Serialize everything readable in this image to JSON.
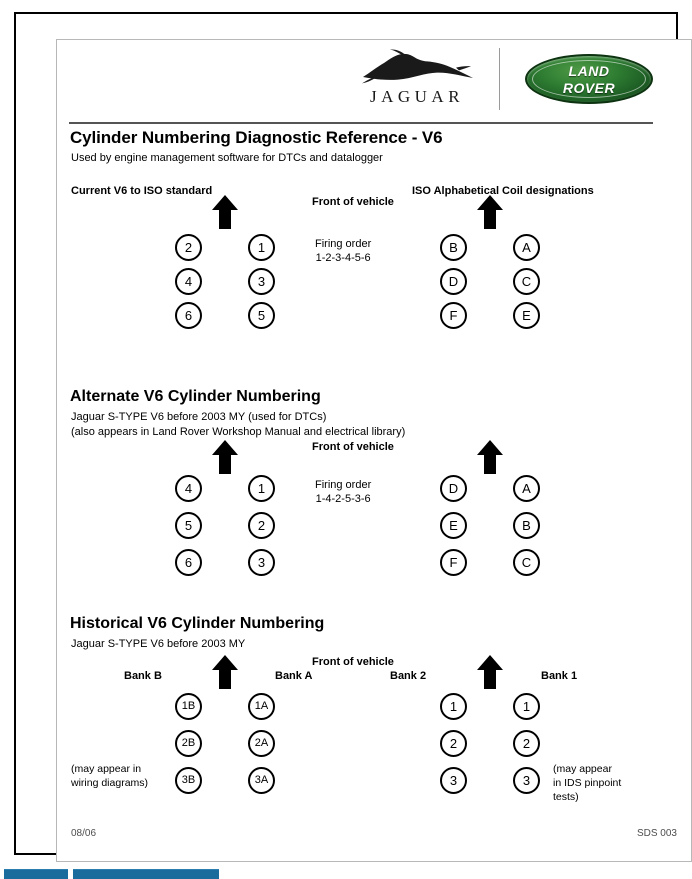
{
  "document": {
    "title": "Cylinder Numbering Diagnostic Reference - V6",
    "subtitle": "Used by engine management software for DTCs and datalogger",
    "footer_left": "08/06",
    "footer_right": "SDS 003"
  },
  "brands": {
    "jaguar_wordmark": "JAGUAR",
    "landrover_line1": "LAND",
    "landrover_line2": "ROVER",
    "jaguar_green": "#2e7d32"
  },
  "common": {
    "front_of_vehicle": "Front of vehicle",
    "firing_order_label": "Firing order"
  },
  "sections": [
    {
      "id": "current-iso",
      "heading_left": "Current V6 to ISO standard",
      "heading_right": "ISO Alphabetical Coil designations",
      "firing_order": "1-2-3-4-5-6",
      "left_group": {
        "col_a": [
          "2",
          "4",
          "6"
        ],
        "col_b": [
          "1",
          "3",
          "5"
        ]
      },
      "right_group": {
        "col_a": [
          "B",
          "D",
          "F"
        ],
        "col_b": [
          "A",
          "C",
          "E"
        ]
      }
    },
    {
      "id": "alternate",
      "title": "Alternate V6 Cylinder Numbering",
      "sub1": "Jaguar S-TYPE V6 before 2003 MY (used for DTCs)",
      "sub2": "(also appears in Land Rover Workshop Manual and electrical library)",
      "firing_order": "1-4-2-5-3-6",
      "left_group": {
        "col_a": [
          "4",
          "5",
          "6"
        ],
        "col_b": [
          "1",
          "2",
          "3"
        ]
      },
      "right_group": {
        "col_a": [
          "D",
          "E",
          "F"
        ],
        "col_b": [
          "A",
          "B",
          "C"
        ]
      }
    },
    {
      "id": "historical",
      "title": "Historical V6 Cylinder Numbering",
      "sub1": "Jaguar S-TYPE V6 before 2003 MY",
      "bank_b_label": "Bank B",
      "bank_a_label": "Bank A",
      "bank_2_label": "Bank 2",
      "bank_1_label": "Bank 1",
      "note_left_line1": "(may appear in",
      "note_left_line2": "wiring diagrams)",
      "note_right_line1": "(may appear",
      "note_right_line2": "in IDS pinpoint",
      "note_right_line3": "tests)",
      "left_group": {
        "col_a": [
          "1B",
          "2B",
          "3B"
        ],
        "col_b": [
          "1A",
          "2A",
          "3A"
        ]
      },
      "right_group": {
        "col_a": [
          "1",
          "2",
          "3"
        ],
        "col_b": [
          "1",
          "2",
          "3"
        ]
      }
    }
  ]
}
